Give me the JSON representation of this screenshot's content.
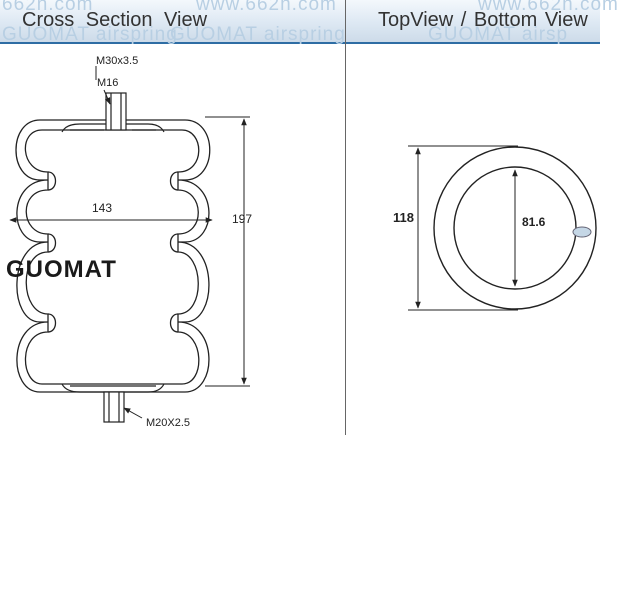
{
  "header": {
    "left_title": "Cross  Section  View",
    "right_title": "TopView / Bottom  View",
    "watermarks": [
      "662n.com",
      "GUOMAT airspring",
      "www.662n.com",
      "GUOMAT airspring",
      "GUOMAT airsp",
      "www.662n.com"
    ]
  },
  "cross_section": {
    "top_thread_label": "M30x3.5",
    "stud_label": "M16",
    "width_label": "143",
    "height_label": "197",
    "bottom_thread_label": "M20X2.5",
    "brand": "GUOMAT"
  },
  "top_view": {
    "outer_diameter_label": "118",
    "inner_diameter_label": "81.6"
  },
  "colors": {
    "line": "#222222",
    "header_rule": "#2e6da4",
    "watermark": "#b8cfe3"
  }
}
